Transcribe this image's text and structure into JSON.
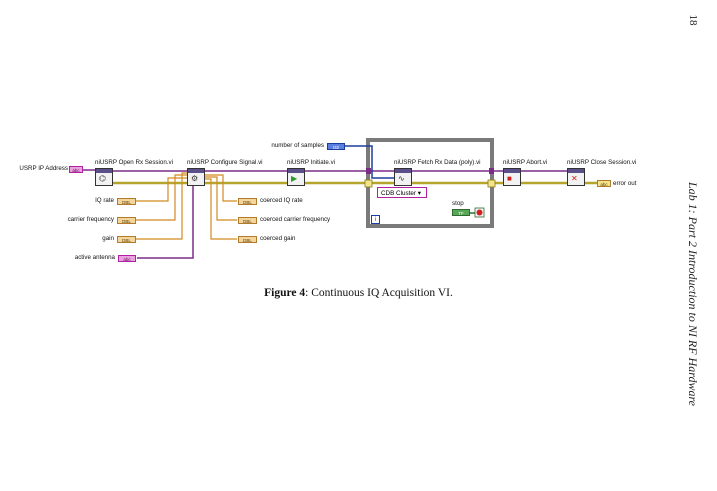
{
  "page": {
    "number": "18",
    "running_header": "Lab 1: Part 2 Introduction to NI RF Hardware"
  },
  "diagram": {
    "subvis": {
      "open": "niUSRP Open Rx Session.vi",
      "configure": "niUSRP Configure Signal.vi",
      "initiate": "niUSRP Initiate.vi",
      "fetch": "niUSRP Fetch Rx Data (poly).vi",
      "abort": "niUSRP Abort.vi",
      "close": "niUSRP Close Session.vi"
    },
    "controls": {
      "ip_address": "USRP IP Address",
      "iq_rate": "IQ rate",
      "carrier_frequency": "carrier frequency",
      "gain": "gain",
      "active_antenna": "active antenna",
      "number_of_samples": "number of samples",
      "stop": "stop"
    },
    "indicators": {
      "coerced_iq_rate": "coerced IQ rate",
      "coerced_carrier_frequency": "coerced carrier frequency",
      "coerced_gain": "coerced gain",
      "error_out": "error out"
    },
    "terminal_tags": {
      "dbl": "DBL",
      "i32": "I32",
      "abc": "abc",
      "tf": "TF",
      "loop_index": "i"
    },
    "cluster_selector": "CDB Cluster"
  },
  "caption": {
    "label": "Figure 4",
    "text": ": Continuous IQ Acquisition VI."
  }
}
